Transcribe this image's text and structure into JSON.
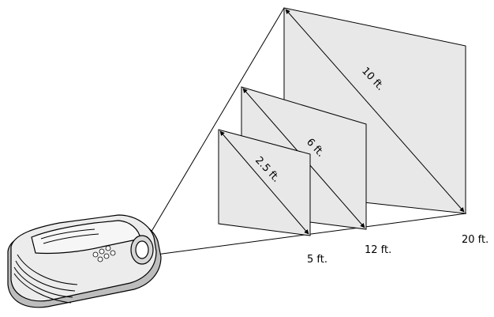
{
  "screens": [
    {
      "id": "small",
      "diagonal_label": "2.5 ft.",
      "distance_label": "5 ft."
    },
    {
      "id": "medium",
      "diagonal_label": "6 ft.",
      "distance_label": "12 ft."
    },
    {
      "id": "large",
      "diagonal_label": "10 ft.",
      "distance_label": "20 ft."
    }
  ],
  "colors": {
    "screen_fill": "#e8e8e8",
    "line": "#000000",
    "projector_body": "#ececec",
    "projector_shadow": "#bdbdbd"
  }
}
